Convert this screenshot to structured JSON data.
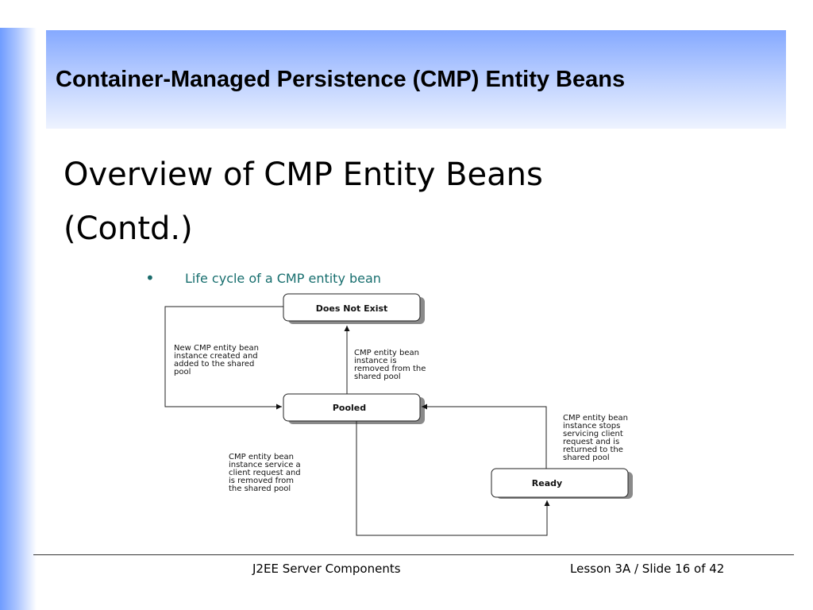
{
  "header": {
    "title": "Container-Managed Persistence (CMP) Entity Beans"
  },
  "slide": {
    "title_line1": "Overview of CMP Entity Beans",
    "title_line2": "(Contd.)",
    "bullet": "Life cycle of a CMP entity bean"
  },
  "diagram": {
    "states": {
      "does_not_exist": "Does Not Exist",
      "pooled": "Pooled",
      "ready": "Ready"
    },
    "notes": {
      "created": [
        "New CMP entity bean",
        "instance created and",
        "added to the shared",
        "pool"
      ],
      "removed": [
        "CMP entity bean",
        "instance is",
        "removed from the",
        "shared pool"
      ],
      "returned": [
        "CMP entity bean",
        "instance stops",
        "servicing client",
        "request and is",
        "returned to the",
        "shared pool"
      ],
      "service": [
        "CMP entity bean",
        "instance service a",
        "client request and",
        "is removed from",
        "the shared pool"
      ]
    }
  },
  "footer": {
    "left": "J2EE Server Components",
    "right": "Lesson 3A / Slide 16 of 42"
  },
  "colors": {
    "header_band": "#85a9ff",
    "bullet_text": "#176e6e"
  }
}
